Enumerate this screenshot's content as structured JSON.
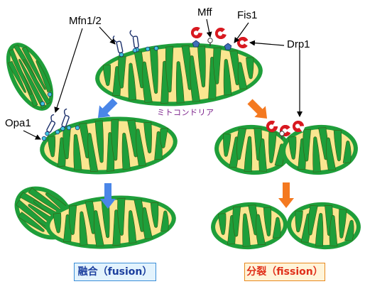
{
  "labels": {
    "mfn": "Mfn1/2",
    "mff": "Mff",
    "fis1": "Fis1",
    "drp1": "Drp1",
    "opa1": "Opa1",
    "mitochondria": "ミトコンドリア"
  },
  "boxes": {
    "fusion": "融合（fusion）",
    "fission": "分裂（fission）"
  },
  "colors": {
    "outer_membrane": "#1e9e3a",
    "matrix": "#f9e690",
    "cristae_stroke": "#3a5a10",
    "fusion_arrow": "#4a86e8",
    "fission_arrow": "#f47920",
    "drp1_red": "#d81920",
    "receptor_blue": "#3d70b8",
    "mfn_dot": "#40c8e0"
  }
}
